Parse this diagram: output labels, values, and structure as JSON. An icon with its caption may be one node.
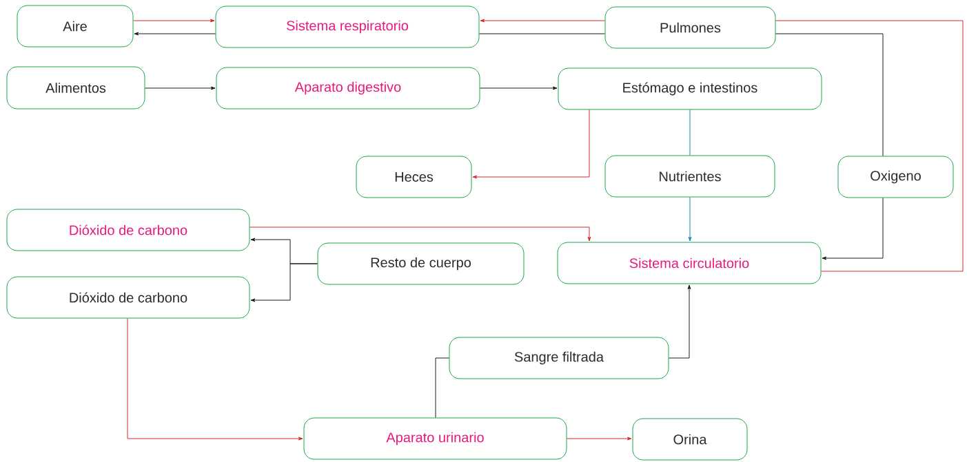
{
  "diagram": {
    "nodes": [
      {
        "text": [
          "Aire"
        ]
      },
      {
        "text": [
          "Sistema respiratorio"
        ]
      },
      {
        "text": [
          "Pulmones"
        ]
      },
      {
        "text": [
          "Alimentos"
        ]
      },
      {
        "text": [
          "Aparato digestivo"
        ]
      },
      {
        "text": [
          "Estómago e intestinos"
        ]
      },
      {
        "text": [
          "Heces"
        ]
      },
      {
        "text": [
          "Nutrientes"
        ]
      },
      {
        "text": [
          "Oxigeno"
        ]
      },
      {
        "text": [
          "Dióxido de carbono"
        ]
      },
      {
        "text": [
          "Resto de cuerpo"
        ]
      },
      {
        "text": [
          "Sistema circulatorio"
        ]
      },
      {
        "text": [
          "Dióxido de carbono"
        ]
      },
      {
        "text": [
          "Sangre filtrada"
        ]
      },
      {
        "text": [
          "Aparato urinario"
        ]
      },
      {
        "text": [
          "Orina"
        ]
      }
    ],
    "edges": [
      {
        "from": 0,
        "to": 1,
        "arrow": "to",
        "color": "#d42a2f"
      },
      {
        "from": 2,
        "to": 1,
        "arrow": "to",
        "color": "#d42a2f"
      },
      {
        "from": 2,
        "to": 1,
        "arrow": "none"
      },
      {
        "from": 1,
        "to": 0,
        "arrow": "to"
      },
      {
        "from": 2,
        "to": 8,
        "arrow": "none"
      },
      {
        "from": 8,
        "to": 11,
        "arrow": "to"
      },
      {
        "from": 2,
        "to": 11,
        "arrow": "none",
        "color": "#d42a2f"
      },
      {
        "from": 3,
        "to": 4,
        "arrow": "to"
      },
      {
        "from": 4,
        "to": 5,
        "arrow": "to"
      },
      {
        "from": 5,
        "to": 6,
        "arrow": "to",
        "color": "#d42a2f"
      },
      {
        "from": 5,
        "to": 7,
        "arrow": "none",
        "color": "#1b86b4"
      },
      {
        "from": 7,
        "to": 11,
        "arrow": "to",
        "color": "#1b86b4"
      },
      {
        "from": 9,
        "to": 11,
        "arrow": "to",
        "color": "#d42a2f"
      },
      {
        "from": 10,
        "to": 9,
        "arrow": "to"
      },
      {
        "from": 10,
        "to": 12,
        "arrow": "to"
      },
      {
        "from": 12,
        "to": 14,
        "arrow": "to",
        "color": "#d42a2f"
      },
      {
        "from": 14,
        "to": 15,
        "arrow": "to",
        "color": "#d42a2f"
      },
      {
        "from": 14,
        "to": 13,
        "arrow": "none"
      },
      {
        "from": 13,
        "to": 11,
        "arrow": "to"
      }
    ]
  }
}
